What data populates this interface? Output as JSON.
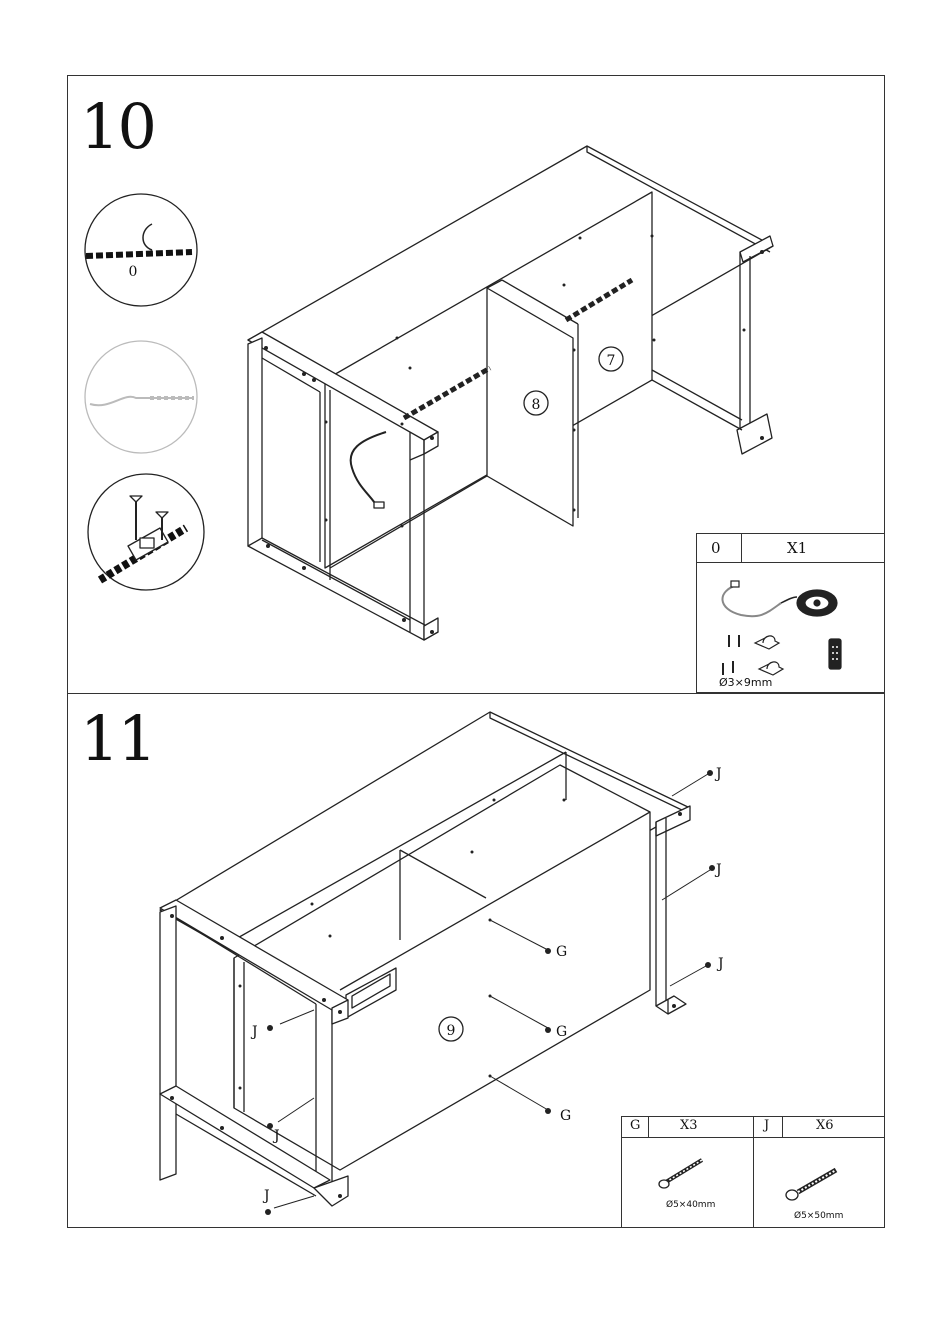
{
  "steps": [
    {
      "number": "10",
      "panel_labels": [
        "8",
        "7"
      ],
      "detail_callout_part": "0",
      "parts_box": {
        "part": "0",
        "quantity": "X1",
        "screw_size": "Ø3×9mm"
      }
    },
    {
      "number": "11",
      "panel_labels": [
        "9"
      ],
      "hardware_labels": {
        "cam": "G",
        "screw": "J"
      },
      "parts_box": {
        "items": [
          {
            "part": "G",
            "quantity": "X3",
            "size": "Ø5×40mm"
          },
          {
            "part": "J",
            "quantity": "X6",
            "size": "Ø5×50mm"
          }
        ]
      }
    }
  ],
  "icons": [
    "led-strip-icon",
    "remote-control-icon",
    "clip-bracket-icon",
    "screw-icon"
  ]
}
